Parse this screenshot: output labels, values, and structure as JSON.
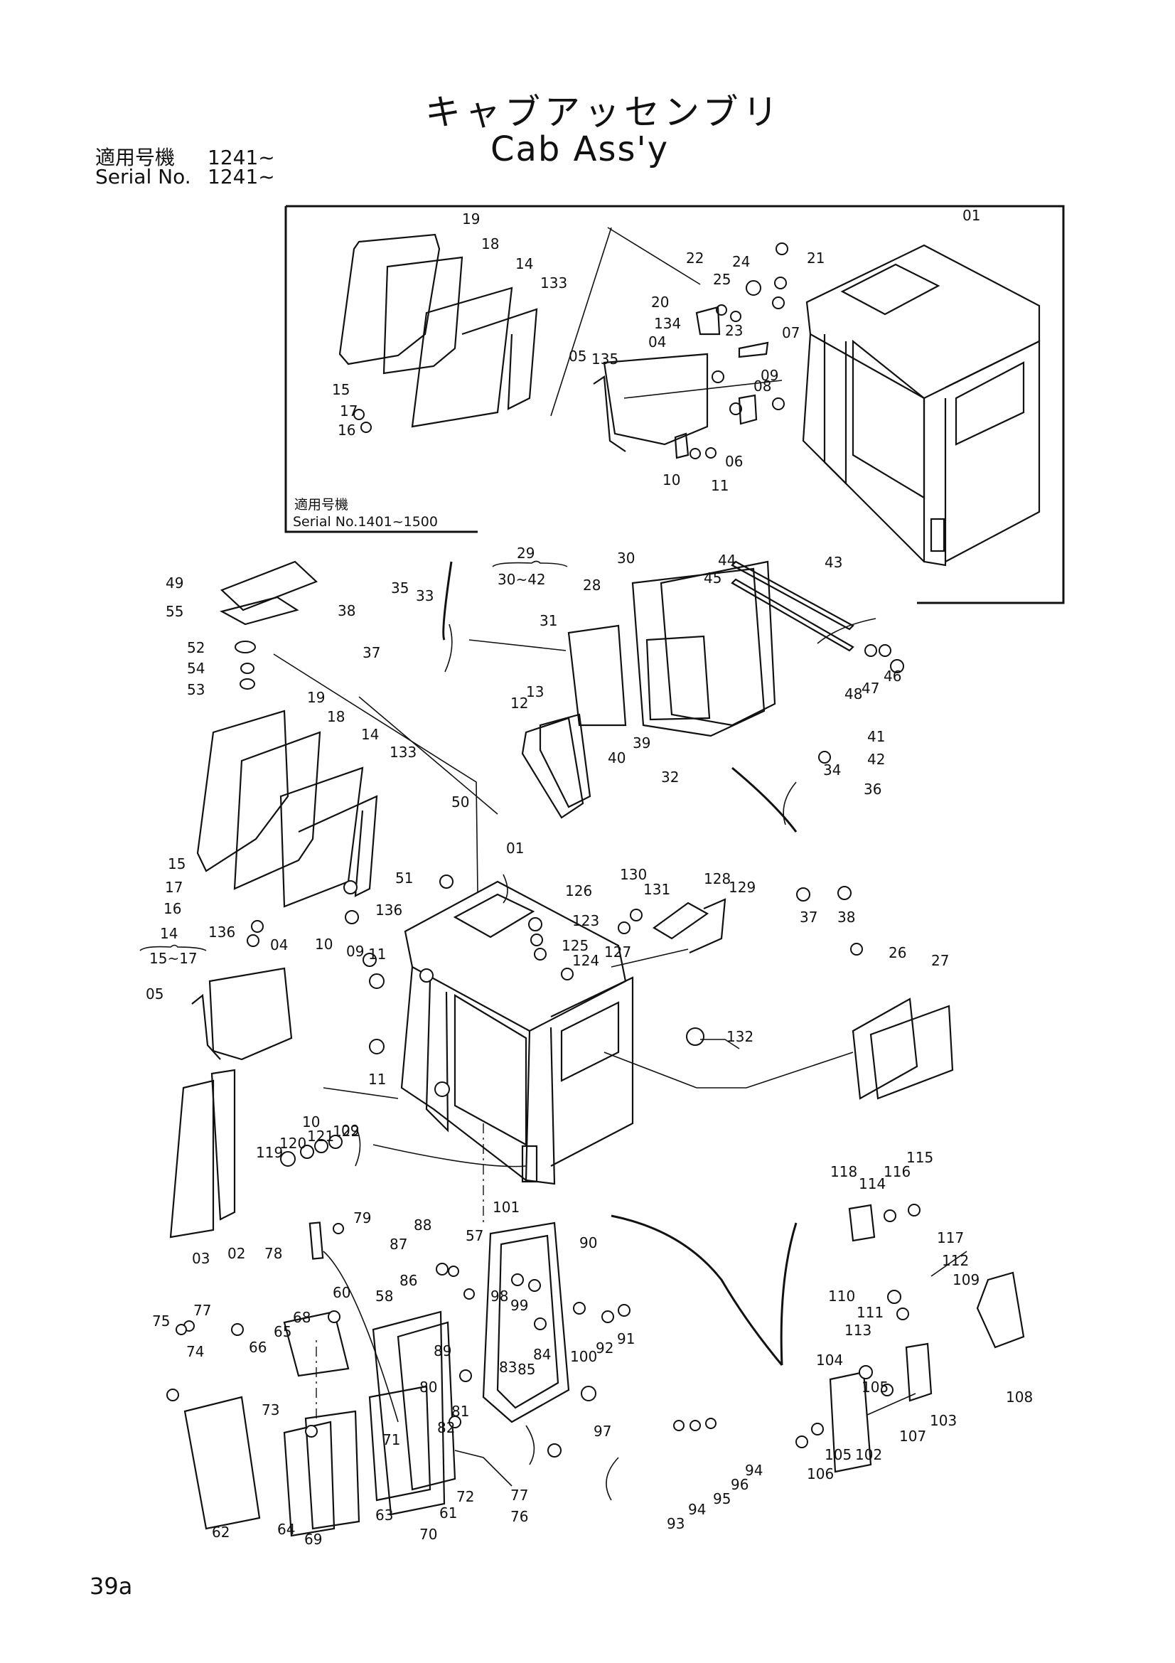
{
  "title_jp": "キャブアッセンブリ",
  "title_en": "Cab Ass'y",
  "serial_lines": [
    {
      "label": "適用号機",
      "value": "1241~"
    },
    {
      "label": "Serial No.",
      "value": "1241~"
    }
  ],
  "inset": {
    "note_line1": "適用号機",
    "note_line2": "Serial No.1401~1500",
    "labels": [
      "19",
      "18",
      "14",
      "133",
      "15",
      "17",
      "16",
      "05",
      "135",
      "04",
      "134",
      "22",
      "24",
      "20",
      "25",
      "23",
      "21",
      "07",
      "09",
      "08",
      "06",
      "10",
      "11",
      "01"
    ]
  },
  "groups": [
    {
      "label": "29",
      "sub": "30~42"
    },
    {
      "label": "14",
      "sub": "15~17"
    }
  ],
  "callouts": {
    "c01": "01",
    "c02": "02",
    "c03": "03",
    "c04": "04",
    "c05": "05",
    "c09": "09",
    "c10": "10",
    "c11": "11",
    "c12": "12",
    "c13": "13",
    "c14": "14",
    "c15": "15",
    "c16": "16",
    "c17": "17",
    "c18": "18",
    "c19": "19",
    "c26": "26",
    "c27": "27",
    "c28": "28",
    "c30": "30",
    "c31": "31",
    "c32": "32",
    "c33": "33",
    "c34": "34",
    "c35": "35",
    "c36": "36",
    "c37": "37",
    "c38": "38",
    "c39": "39",
    "c40": "40",
    "c41": "41",
    "c42": "42",
    "c43": "43",
    "c44": "44",
    "c45": "45",
    "c46": "46",
    "c47": "47",
    "c48": "48",
    "c49": "49",
    "c50": "50",
    "c51": "51",
    "c52": "52",
    "c53": "53",
    "c54": "54",
    "c55": "55",
    "c57": "57",
    "c58": "58",
    "c60": "60",
    "c61": "61",
    "c62": "62",
    "c63": "63",
    "c64": "64",
    "c65": "65",
    "c66": "66",
    "c68": "68",
    "c69": "69",
    "c70": "70",
    "c71": "71",
    "c72": "72",
    "c73": "73",
    "c74": "74",
    "c75": "75",
    "c76": "76",
    "c77": "77",
    "c78": "78",
    "c79": "79",
    "c80": "80",
    "c81": "81",
    "c82": "82",
    "c83": "83",
    "c84": "84",
    "c85": "85",
    "c86": "86",
    "c87": "87",
    "c88": "88",
    "c89": "89",
    "c90": "90",
    "c91": "91",
    "c92": "92",
    "c93": "93",
    "c94": "94",
    "c95": "95",
    "c96": "96",
    "c97": "97",
    "c98": "98",
    "c99": "99",
    "c100": "100",
    "c101": "101",
    "c102": "102",
    "c103": "103",
    "c104": "104",
    "c105": "105",
    "c106": "106",
    "c107": "107",
    "c108": "108",
    "c109": "109",
    "c110": "110",
    "c111": "111",
    "c112": "112",
    "c113": "113",
    "c114": "114",
    "c115": "115",
    "c116": "116",
    "c117": "117",
    "c118": "118",
    "c119": "119",
    "c120": "120",
    "c121": "121",
    "c122": "122",
    "c123": "123",
    "c124": "124",
    "c125": "125",
    "c126": "126",
    "c127": "127",
    "c128": "128",
    "c129": "129",
    "c130": "130",
    "c131": "131",
    "c132": "132",
    "c133": "133",
    "c136": "136"
  },
  "page_number": "39a"
}
